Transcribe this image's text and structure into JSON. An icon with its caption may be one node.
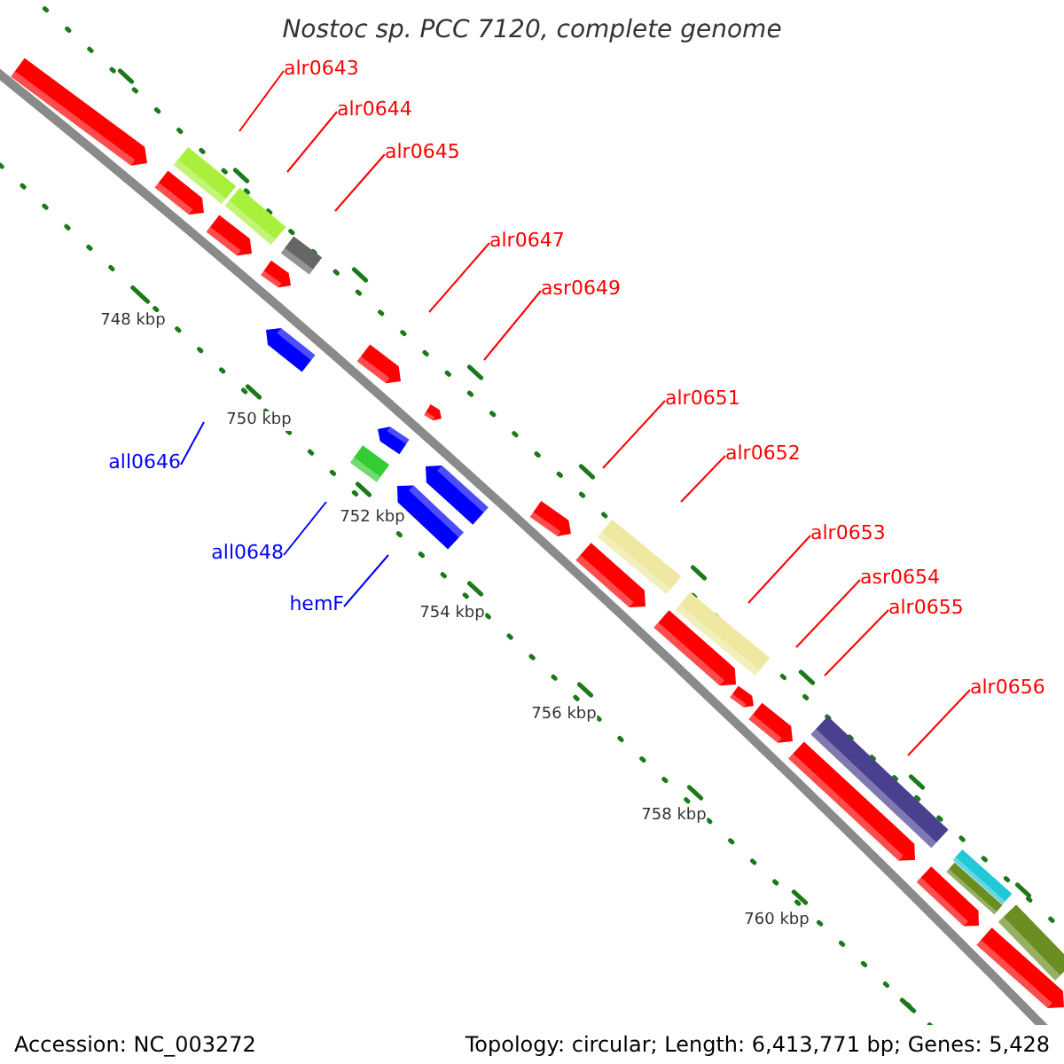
{
  "diagram": {
    "title": "Nostoc sp. PCC 7120, complete genome",
    "nodes": [
      {
        "text": [
          "alr0643"
        ]
      },
      {
        "text": [
          "alr0644"
        ]
      },
      {
        "text": [
          "alr0645"
        ]
      },
      {
        "text": [
          "alr0647"
        ]
      },
      {
        "text": [
          "asr0649"
        ]
      },
      {
        "text": [
          "all0646"
        ]
      },
      {
        "text": [
          "alr0651"
        ]
      },
      {
        "text": [
          "all0648"
        ]
      },
      {
        "text": [
          "alr0652"
        ]
      },
      {
        "text": [
          "hemF"
        ]
      },
      {
        "text": [
          "alr0653"
        ]
      },
      {
        "text": [
          "asr0654"
        ]
      },
      {
        "text": [
          "alr0655"
        ]
      },
      {
        "text": [
          "alr0656"
        ]
      }
    ],
    "edges": [
      {
        "from": 0,
        "to": null,
        "arrow": "none",
        "color": "#ff0000"
      },
      {
        "from": 1,
        "to": null,
        "arrow": "none",
        "color": "#ff0000"
      },
      {
        "from": 2,
        "to": null,
        "arrow": "none",
        "color": "#ff0000"
      },
      {
        "from": 3,
        "to": null,
        "arrow": "none",
        "color": "#ff0000"
      },
      {
        "from": 4,
        "to": null,
        "arrow": "none",
        "color": "#ff0000"
      },
      {
        "from": 5,
        "to": null,
        "arrow": "none",
        "color": "#0000ff"
      },
      {
        "from": 6,
        "to": null,
        "arrow": "none",
        "color": "#ff0000"
      },
      {
        "from": 7,
        "to": null,
        "arrow": "none",
        "color": "#0000ff"
      },
      {
        "from": 8,
        "to": null,
        "arrow": "none",
        "color": "#ff0000"
      },
      {
        "from": 9,
        "to": null,
        "arrow": "none",
        "color": "#0000ff"
      },
      {
        "from": 10,
        "to": null,
        "arrow": "none",
        "color": "#ff0000"
      },
      {
        "from": 11,
        "to": null,
        "arrow": "none",
        "color": "#ff0000"
      },
      {
        "from": 12,
        "to": null,
        "arrow": "none",
        "color": "#ff0000"
      },
      {
        "from": 13,
        "to": null,
        "arrow": "none",
        "color": "#ff0000"
      }
    ],
    "labels": [
      "748 kbp",
      "750 kbp",
      "752 kbp",
      "754 kbp",
      "756 kbp",
      "758 kbp",
      "760 kbp",
      "Accession: NC_003272",
      "Topology: circular; Length: 6,413,771 bp; Genes: 5,428"
    ]
  }
}
